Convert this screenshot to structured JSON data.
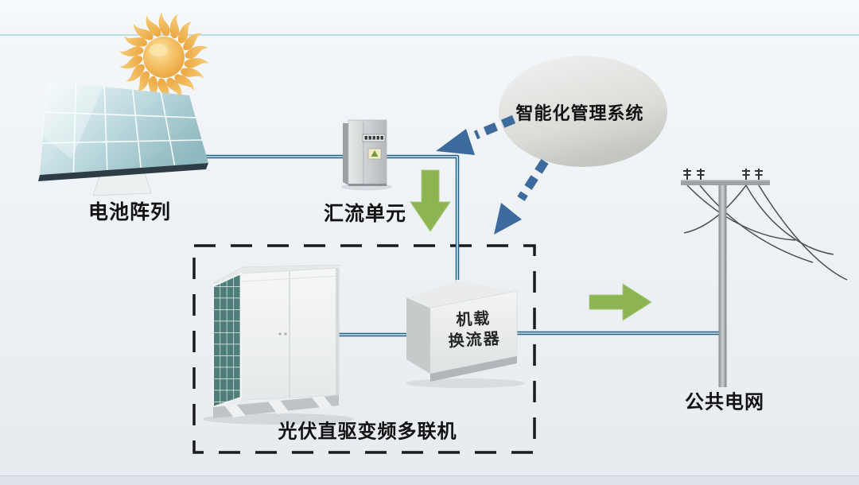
{
  "labels": {
    "battery_array": "电池阵列",
    "combiner_unit": "汇流单元",
    "management_system": "智能化管理系统",
    "converter_line1": "机载",
    "converter_line2": "换流器",
    "pv_multi_unit": "光伏直驱变频多联机",
    "public_grid": "公共电网"
  },
  "icons": {
    "sun-icon": "radiant sun with flame rays",
    "solar-panel-icon": "tilted photovoltaic panel on pedestal",
    "combiner-cabinet-icon": "gray electrical cabinet with indicator lights and warning sticker",
    "management-ellipse": "gray ellipse bubble",
    "outdoor-unit-icon": "VRF outdoor unit with teal side grille",
    "converter-box-icon": "3D gray box",
    "power-pole-icon": "utility pole with crossarm, insulators and drooping wires",
    "green-down-arrow": "solid green arrow pointing down",
    "green-right-arrow": "solid green arrow pointing right",
    "blue-dashed-arrow": "dashed steel-blue control arrow"
  },
  "colors": {
    "bg-top": "#f4f8fb",
    "bg-main": "#edf1f5",
    "bg-bottom": "#dde3e9",
    "divider": "#bcdde6",
    "line-blue": "#2a5f80",
    "line-highlight": "#c9e8f5",
    "arrow-green": "#8cb452",
    "arrow-blue": "#3e6b9d",
    "dash-color": "#1a1a1a",
    "text-color": "#121212"
  }
}
